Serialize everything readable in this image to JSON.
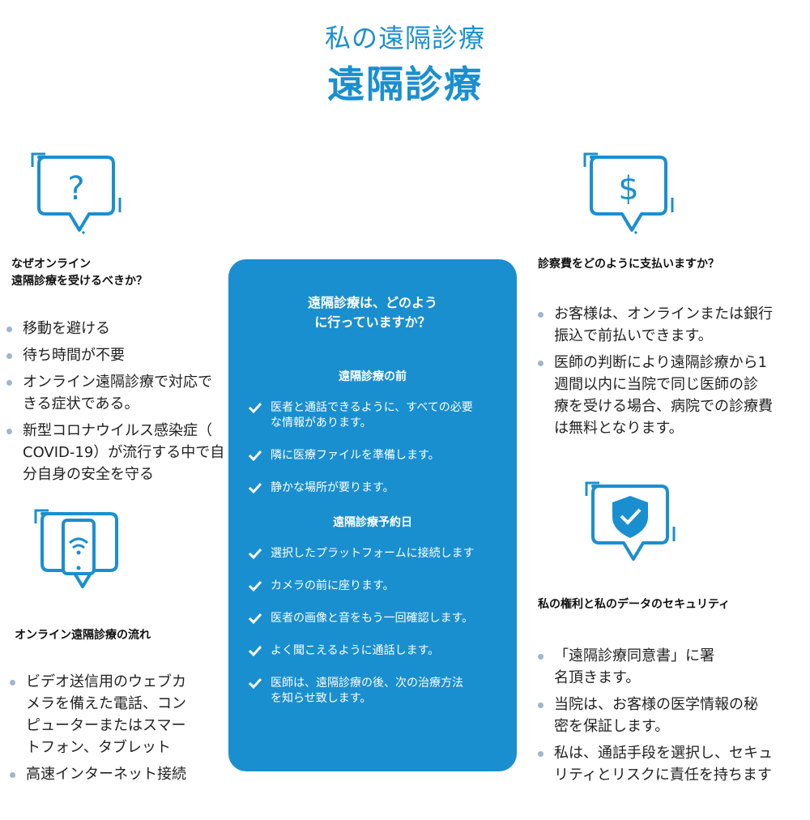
{
  "header": {
    "subtitle": "私の遠隔診療",
    "title": "遠隔診療"
  },
  "left_top": {
    "icon": "question-bubble-icon",
    "heading": [
      "なぜオンライン",
      "遠隔診療を受けるべきか？"
    ],
    "bullets": [
      [
        "移動を避ける"
      ],
      [
        "待ち時間が不要"
      ],
      [
        "オンライン遠隔診療で対応で",
        "きる症状である。"
      ],
      [
        "新型コロナウイルス感染症（",
        "COVID-19）が流行する中で自",
        "分自身の安全を守る"
      ]
    ]
  },
  "left_bottom": {
    "icon": "smartphone-wifi-icon",
    "heading": "オンライン遠隔診療の流れ",
    "bullets": [
      [
        "ビデオ送信用のウェブカ",
        "メラを備えた電話、コン",
        "ピューターまたはスマー",
        "トフォン、タブレット"
      ],
      [
        "高速インターネット接続"
      ]
    ]
  },
  "center": {
    "title": [
      "遠隔診療は、どのよう",
      "に行っていますか？"
    ],
    "before_heading": "遠隔診療の前",
    "before_items": [
      [
        "医者と通話できるように、すべての必要",
        "な情報があります。"
      ],
      [
        "隣に医療ファイルを準備します。"
      ],
      [
        "静かな場所が要ります。"
      ]
    ],
    "day_heading": "遠隔診療予約日",
    "day_items": [
      [
        "選択したプラットフォームに接続します"
      ],
      [
        "カメラの前に座ります。"
      ],
      [
        "医者の画像と音をもう一回確認します。"
      ],
      [
        "よく聞こえるように通話します。"
      ],
      [
        "医師は、遠隔診療の後、次の治療方法",
        "を知らせ致します。"
      ]
    ]
  },
  "right_top": {
    "icon": "dollar-bubble-icon",
    "heading": "診察費をどのように支払いますか？",
    "bullets": [
      [
        "お客様は、オンラインまたは銀行",
        "振込で前払いできます。"
      ],
      [
        "医師の判断により遠隔診療から1",
        "週間以内に当院で同じ医師の診",
        "療を受ける場合、病院での診療費",
        "は無料となります。"
      ]
    ]
  },
  "right_bottom": {
    "icon": "shield-check-icon",
    "heading": "私の権利と私のデータのセキュリティ",
    "bullets": [
      [
        "「遠隔診療同意書」に署",
        "名頂きます。"
      ],
      [
        "当院は、お客様の医学情報の秘",
        "密を保証します。"
      ],
      [
        "私は、通話手段を選択し、セキュ",
        "リティとリスクに責任を持ちます"
      ]
    ]
  },
  "colors": {
    "accent": "#1a8fd0",
    "bullet": "#9fb6cc"
  }
}
